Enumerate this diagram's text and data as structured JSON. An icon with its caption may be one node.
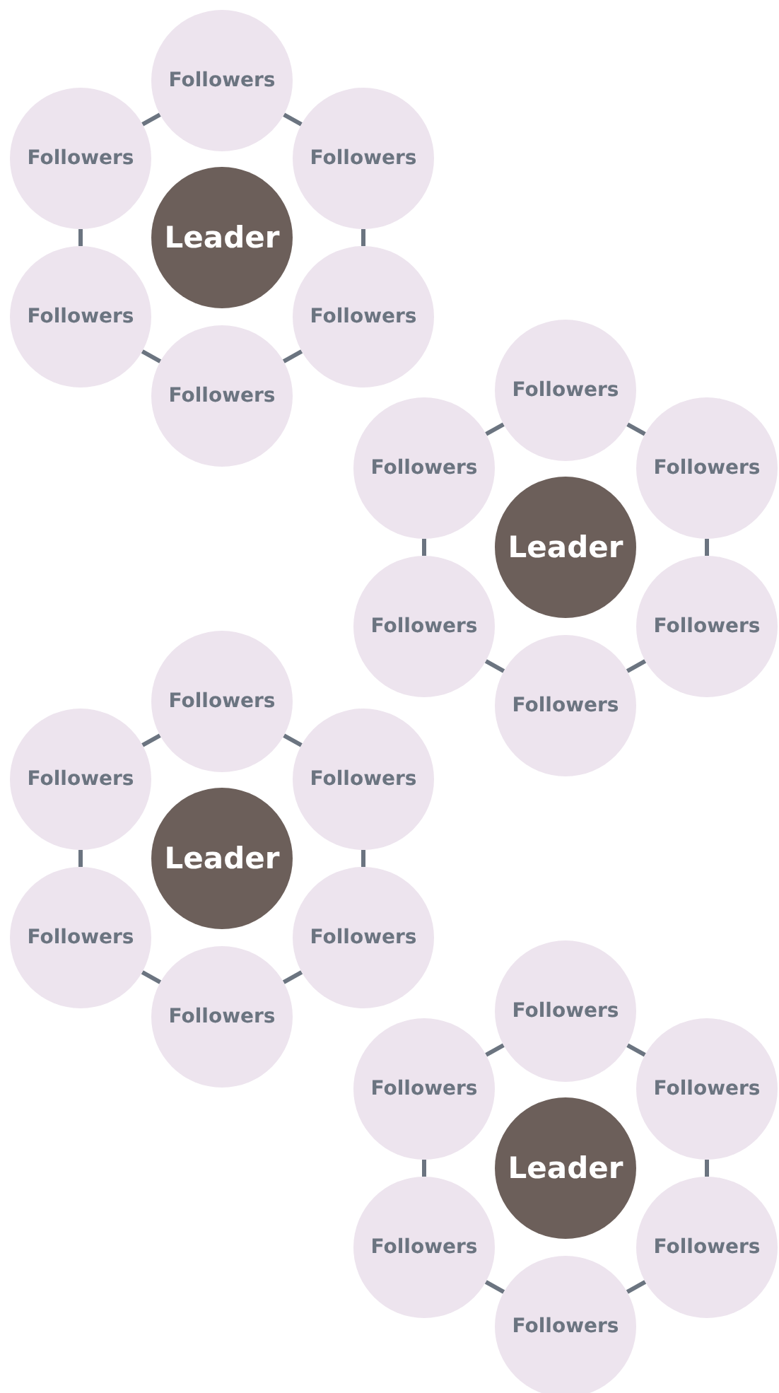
{
  "diagram": {
    "nodes": [
      {
        "text": [
          "Leader"
        ]
      },
      {
        "text": [
          "Followers"
        ]
      },
      {
        "text": [
          "Followers"
        ]
      },
      {
        "text": [
          "Followers"
        ]
      },
      {
        "text": [
          "Followers"
        ]
      },
      {
        "text": [
          "Followers"
        ]
      },
      {
        "text": [
          "Followers"
        ]
      },
      {
        "text": [
          "Leader"
        ]
      },
      {
        "text": [
          "Followers"
        ]
      },
      {
        "text": [
          "Followers"
        ]
      },
      {
        "text": [
          "Followers"
        ]
      },
      {
        "text": [
          "Followers"
        ]
      },
      {
        "text": [
          "Followers"
        ]
      },
      {
        "text": [
          "Followers"
        ]
      },
      {
        "text": [
          "Leader"
        ]
      },
      {
        "text": [
          "Followers"
        ]
      },
      {
        "text": [
          "Followers"
        ]
      },
      {
        "text": [
          "Followers"
        ]
      },
      {
        "text": [
          "Followers"
        ]
      },
      {
        "text": [
          "Followers"
        ]
      },
      {
        "text": [
          "Followers"
        ]
      },
      {
        "text": [
          "Leader"
        ]
      },
      {
        "text": [
          "Followers"
        ]
      },
      {
        "text": [
          "Followers"
        ]
      },
      {
        "text": [
          "Followers"
        ]
      },
      {
        "text": [
          "Followers"
        ]
      },
      {
        "text": [
          "Followers"
        ]
      },
      {
        "text": [
          "Followers"
        ]
      }
    ],
    "edges": [
      {
        "from": 1,
        "to": 2,
        "arrow": "none"
      },
      {
        "from": 2,
        "to": 3,
        "arrow": "none"
      },
      {
        "from": 3,
        "to": 4,
        "arrow": "none"
      },
      {
        "from": 4,
        "to": 5,
        "arrow": "none"
      },
      {
        "from": 5,
        "to": 6,
        "arrow": "none"
      },
      {
        "from": 6,
        "to": 1,
        "arrow": "none"
      },
      {
        "from": 8,
        "to": 9,
        "arrow": "none"
      },
      {
        "from": 9,
        "to": 10,
        "arrow": "none"
      },
      {
        "from": 10,
        "to": 11,
        "arrow": "none"
      },
      {
        "from": 11,
        "to": 12,
        "arrow": "none"
      },
      {
        "from": 12,
        "to": 13,
        "arrow": "none"
      },
      {
        "from": 13,
        "to": 8,
        "arrow": "none"
      },
      {
        "from": 15,
        "to": 16,
        "arrow": "none"
      },
      {
        "from": 16,
        "to": 17,
        "arrow": "none"
      },
      {
        "from": 17,
        "to": 18,
        "arrow": "none"
      },
      {
        "from": 18,
        "to": 19,
        "arrow": "none"
      },
      {
        "from": 19,
        "to": 20,
        "arrow": "none"
      },
      {
        "from": 20,
        "to": 15,
        "arrow": "none"
      },
      {
        "from": 22,
        "to": 23,
        "arrow": "none"
      },
      {
        "from": 23,
        "to": 24,
        "arrow": "none"
      },
      {
        "from": 24,
        "to": 25,
        "arrow": "none"
      },
      {
        "from": 25,
        "to": 26,
        "arrow": "none"
      },
      {
        "from": 26,
        "to": 27,
        "arrow": "none"
      },
      {
        "from": 27,
        "to": 22,
        "arrow": "none"
      }
    ]
  }
}
